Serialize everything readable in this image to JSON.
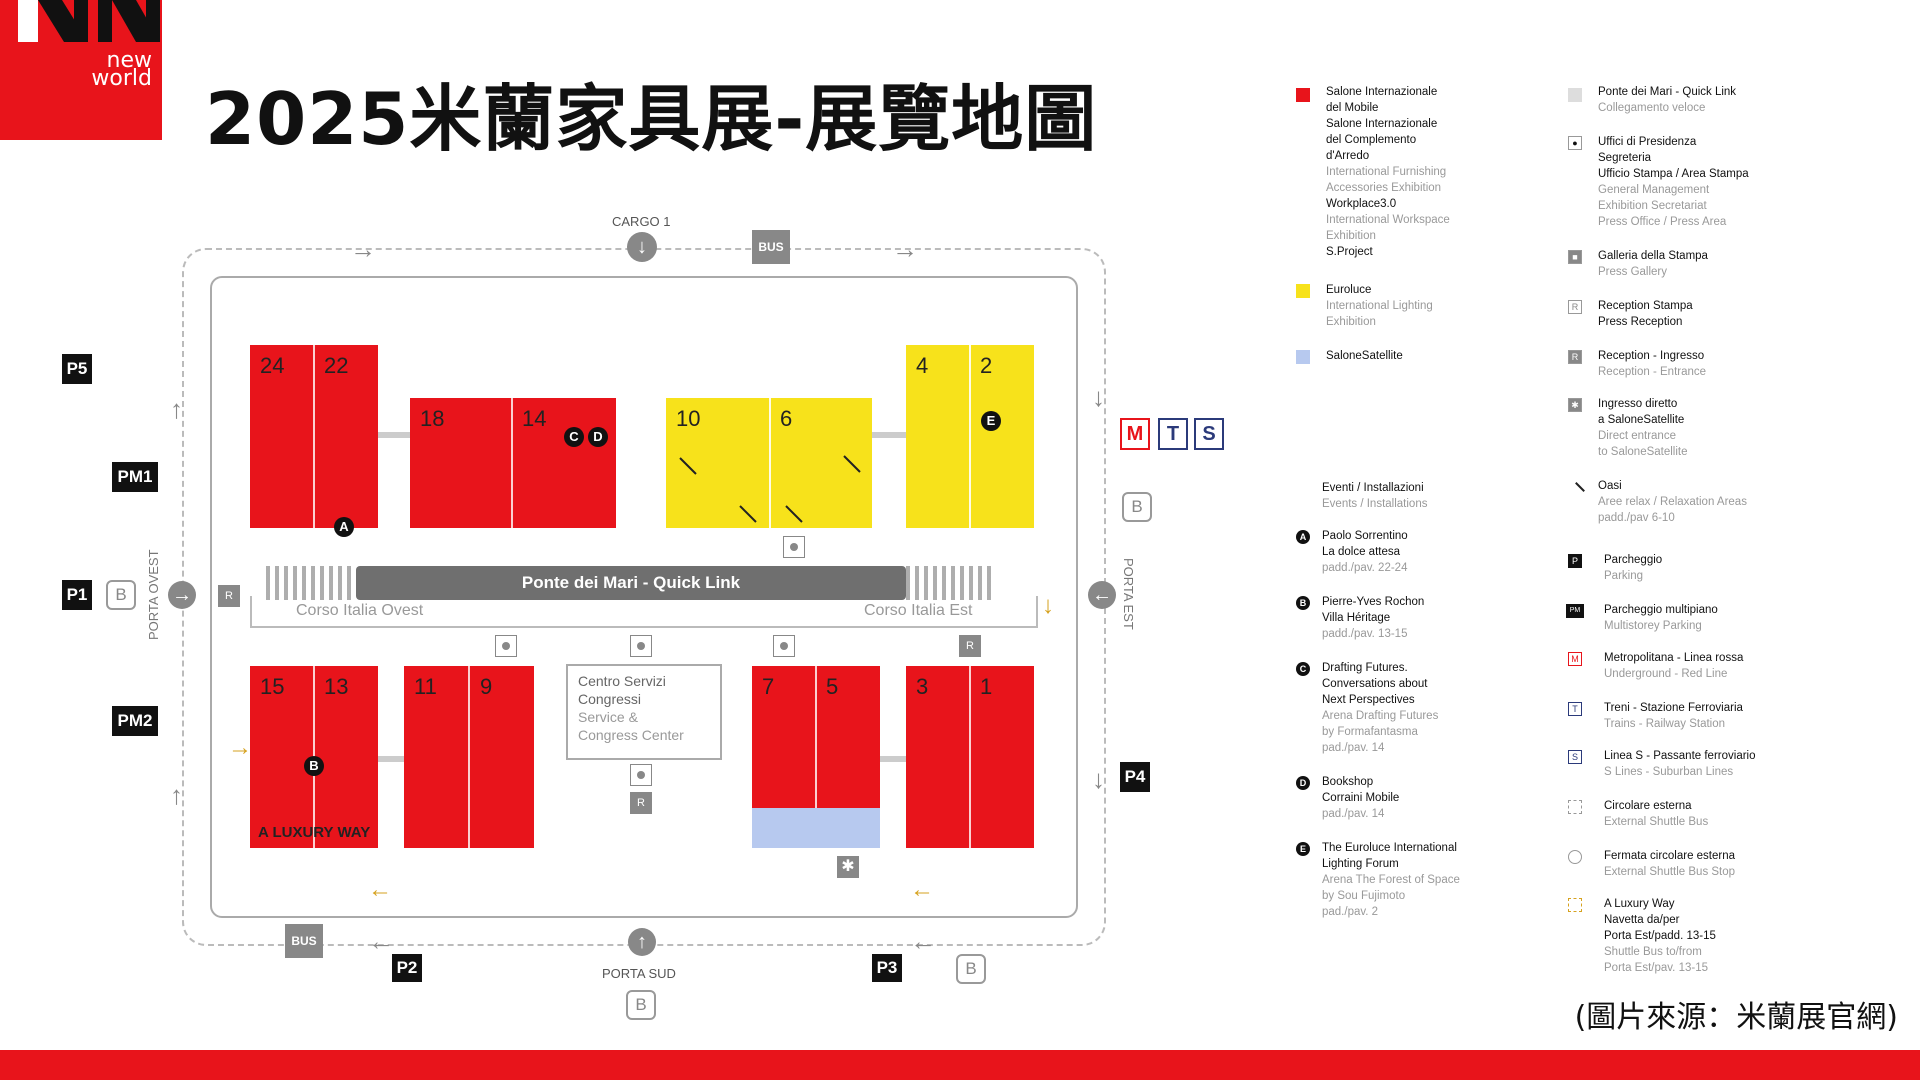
{
  "brand": {
    "line1": "new",
    "line2": "world"
  },
  "title": "2025米蘭家具展-展覽地圖",
  "source": "(圖片來源：米蘭展官網)",
  "colors": {
    "red": "#e8141b",
    "yellow": "#f7e21b",
    "blue": "#b7c9ef",
    "gold": "#d6a21f"
  },
  "map": {
    "cargo": "CARGO 1",
    "bus": "BUS",
    "quick_link": "Ponte dei Mari - Quick Link",
    "corso_ovest": "Corso Italia Ovest",
    "corso_est": "Corso Italia Est",
    "porta_ovest": "PORTA OVEST",
    "porta_est": "PORTA EST",
    "porta_sud": "PORTA SUD",
    "b": "B",
    "r": "R",
    "star": "✱",
    "parking": {
      "p5": "P5",
      "pm1": "PM1",
      "p1": "P1",
      "pm2": "PM2",
      "p2": "P2",
      "p3": "P3",
      "p4": "P4"
    },
    "mts": {
      "m": "M",
      "t": "T",
      "s": "S"
    },
    "halls": {
      "h24": "24",
      "h22": "22",
      "h18": "18",
      "h14": "14",
      "h10": "10",
      "h6": "6",
      "h4": "4",
      "h2": "2",
      "h15": "15",
      "h13": "13",
      "h11": "11",
      "h9": "9",
      "h7": "7",
      "h5": "5",
      "h3": "3",
      "h1": "1"
    },
    "letters": {
      "a": "A",
      "b": "B",
      "c": "C",
      "d": "D",
      "e": "E"
    },
    "congress": {
      "l1": "Centro Servizi",
      "l2": "Congressi",
      "l3": "Service &",
      "l4": "Congress Center"
    },
    "luxury_way": "A LUXURY WAY"
  },
  "legend": {
    "col1": [
      {
        "lines": [
          "Salone Internazionale",
          "del Mobile",
          "Salone Internazionale",
          "del Complemento",
          "d'Arredo"
        ],
        "sub": [
          "International Furnishing",
          "Accessories Exhibition"
        ],
        "lines2": [
          "Workplace3.0"
        ],
        "sub2": [
          "International Workspace",
          "Exhibition"
        ],
        "lines3": [
          "S.Project"
        ]
      },
      {
        "lines": [
          "Euroluce"
        ],
        "sub": [
          "International Lighting",
          "Exhibition"
        ]
      },
      {
        "lines": [
          "SaloneSatellite"
        ]
      }
    ],
    "events_title": "Eventi / Installazioni",
    "events_sub": "Events / Installations",
    "events": [
      {
        "lines": [
          "Paolo Sorrentino",
          "La dolce attesa"
        ],
        "sub": [
          "padd./pav. 22-24"
        ]
      },
      {
        "lines": [
          "Pierre-Yves Rochon",
          "Villa Héritage"
        ],
        "sub": [
          "padd./pav. 13-15"
        ]
      },
      {
        "lines": [
          "Drafting Futures.",
          "Conversations about",
          "Next Perspectives"
        ],
        "sub": [
          "Arena Drafting Futures",
          "by Formafantasma",
          "pad./pav. 14"
        ]
      },
      {
        "lines": [
          "Bookshop",
          "Corraini Mobile"
        ],
        "sub": [
          "pad./pav. 14"
        ]
      },
      {
        "lines": [
          "The Euroluce International",
          "Lighting Forum"
        ],
        "sub": [
          "Arena The Forest of Space",
          "by Sou Fujimoto",
          "pad./pav. 2"
        ]
      }
    ],
    "col2": [
      {
        "lines": [
          "Ponte dei Mari - Quick Link"
        ],
        "sub": [
          "Collegamento veloce"
        ]
      },
      {
        "lines": [
          "Uffici di Presidenza",
          "Segreteria",
          "Ufficio Stampa / Area Stampa"
        ],
        "sub": [
          "General Management",
          "Exhibition Secretariat",
          "Press Office / Press Area"
        ]
      },
      {
        "lines": [
          "Galleria della Stampa"
        ],
        "sub": [
          "Press Gallery"
        ]
      },
      {
        "lines": [
          "Reception Stampa",
          "Press Reception"
        ]
      },
      {
        "lines": [
          "Reception - Ingresso"
        ],
        "sub": [
          "Reception - Entrance"
        ]
      },
      {
        "lines": [
          "Ingresso diretto",
          "a SaloneSatellite"
        ],
        "sub": [
          "Direct entrance",
          "to SaloneSatellite"
        ]
      },
      {
        "lines": [
          "Oasi"
        ],
        "sub": [
          "Aree relax / Relaxation Areas",
          "padd./pav 6-10"
        ]
      },
      {
        "lines": [
          "Parcheggio"
        ],
        "sub": [
          "Parking"
        ]
      },
      {
        "lines": [
          "Parcheggio multipiano"
        ],
        "sub": [
          "Multistorey Parking"
        ]
      },
      {
        "lines": [
          "Metropolitana - Linea rossa"
        ],
        "sub": [
          "Underground - Red Line"
        ]
      },
      {
        "lines": [
          "Treni - Stazione Ferroviaria"
        ],
        "sub": [
          "Trains - Railway Station"
        ]
      },
      {
        "lines": [
          "Linea S - Passante ferroviario"
        ],
        "sub": [
          "S Lines - Suburban Lines"
        ]
      },
      {
        "lines": [
          "Circolare esterna"
        ],
        "sub": [
          "External Shuttle Bus"
        ]
      },
      {
        "lines": [
          "Fermata circolare esterna"
        ],
        "sub": [
          "External Shuttle Bus Stop"
        ]
      },
      {
        "lines": [
          "A Luxury Way",
          "Navetta da/per",
          "Porta Est/padd. 13-15"
        ],
        "sub": [
          "Shuttle Bus to/from",
          "Porta Est/pav. 13-15"
        ]
      }
    ],
    "icons": {
      "p": "P",
      "pm": "PM",
      "m": "M",
      "t": "T",
      "s": "S",
      "r": "R",
      "star": "✱"
    }
  }
}
